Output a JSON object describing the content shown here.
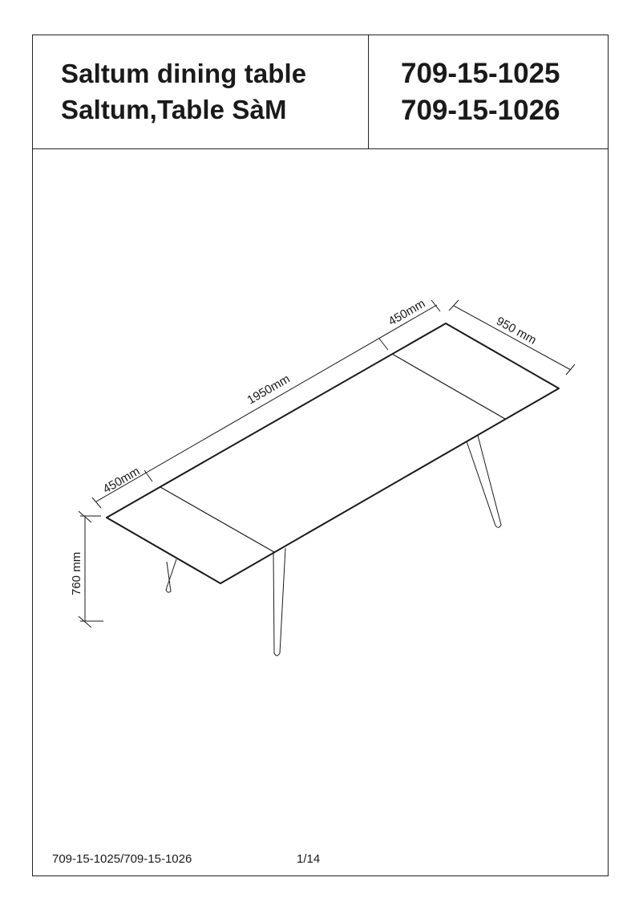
{
  "header": {
    "title_line1": "Saltum dining table",
    "title_line2": "Saltum,Table SàM",
    "article_number_1": "709-15-1025",
    "article_number_2": "709-15-1026"
  },
  "drawing": {
    "dimensions": {
      "extension_left": "450mm",
      "main_length": "1950mm",
      "extension_right": "450mm",
      "width": "950 mm",
      "height": "760 mm"
    }
  },
  "footer": {
    "article_codes": "709-15-1025/709-15-1026",
    "page": "1/14"
  }
}
